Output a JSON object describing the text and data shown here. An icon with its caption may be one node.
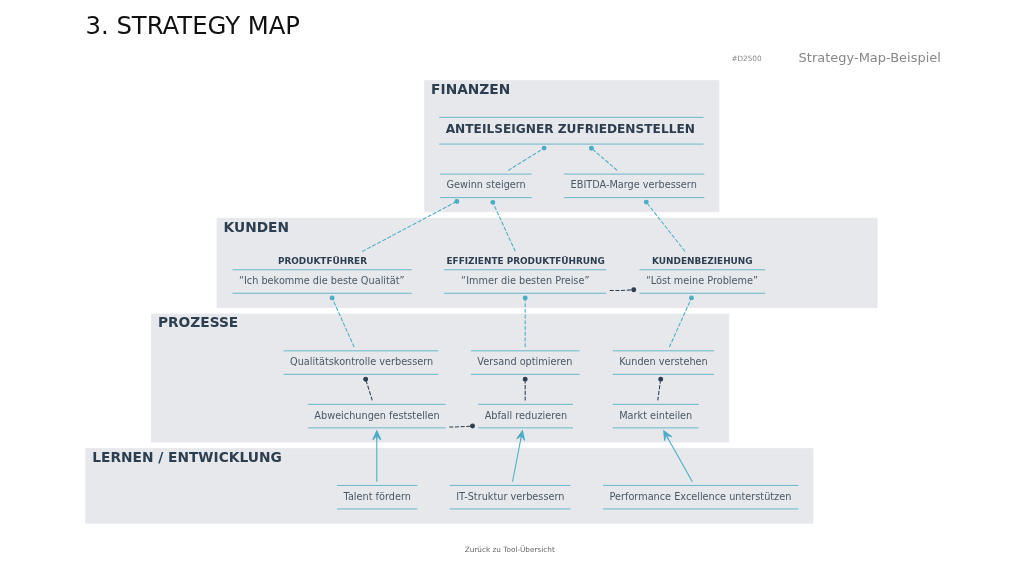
{
  "diagram": {
    "title": "3. STRATEGY MAP",
    "nodes": [
      {
        "text": [
          "FINANZEN"
        ]
      },
      {
        "text": [
          "ANTEILSEIGNER ZUFRIEDENSTELLEN"
        ],
        "in": 0
      },
      {
        "text": [
          "Gewinn steigern"
        ],
        "in": 0
      },
      {
        "text": [
          "EBITDA-Marge verbessern"
        ],
        "in": 0
      },
      {
        "text": [
          "KUNDEN"
        ]
      },
      {
        "text": [
          "PRODUKTFÜHRER",
          "“Ich bekomme die beste Qualität”"
        ],
        "in": 4
      },
      {
        "text": [
          "EFFIZIENTE PRODUKTFÜHRUNG",
          "“Immer die besten Preise”"
        ],
        "in": 4
      },
      {
        "text": [
          "KUNDENBEZIEHUNG",
          "“Löst meine Probleme”"
        ],
        "in": 4
      },
      {
        "text": [
          "PROZESSE"
        ]
      },
      {
        "text": [
          "Qualitätskontrolle verbessern"
        ],
        "in": 8
      },
      {
        "text": [
          "Versand optimieren"
        ],
        "in": 8
      },
      {
        "text": [
          "Kunden verstehen"
        ],
        "in": 8
      },
      {
        "text": [
          "Abweichungen feststellen"
        ],
        "in": 8
      },
      {
        "text": [
          "Abfall reduzieren"
        ],
        "in": 8
      },
      {
        "text": [
          "Markt einteilen"
        ],
        "in": 8
      },
      {
        "text": [
          "LERNEN / ENTWICKLUNG"
        ]
      },
      {
        "text": [
          "Talent fördern"
        ],
        "in": 15
      },
      {
        "text": [
          "IT-Struktur verbessern"
        ],
        "in": 15
      },
      {
        "text": [
          "Performance Excellence unterstützen"
        ],
        "in": 15
      }
    ],
    "edges": [
      {
        "from": 2,
        "to": 1,
        "arrow": "other",
        "style": "dashed"
      },
      {
        "from": 3,
        "to": 1,
        "arrow": "other",
        "style": "dashed"
      },
      {
        "from": 5,
        "to": 2,
        "arrow": "other",
        "style": "dashed"
      },
      {
        "from": 6,
        "to": 2,
        "arrow": "other",
        "style": "dashed"
      },
      {
        "from": 7,
        "to": 3,
        "arrow": "other",
        "style": "dashed"
      },
      {
        "from": 6,
        "to": 7,
        "arrow": "other",
        "style": "dashed",
        "color": "#2d3e50"
      },
      {
        "from": 9,
        "to": 5,
        "arrow": "other",
        "style": "dashed"
      },
      {
        "from": 10,
        "to": 6,
        "arrow": "other",
        "style": "dashed"
      },
      {
        "from": 11,
        "to": 7,
        "arrow": "other",
        "style": "dashed"
      },
      {
        "from": 12,
        "to": 9,
        "arrow": "other",
        "style": "dashed",
        "color": "#2d3e50"
      },
      {
        "from": 12,
        "to": 13,
        "arrow": "other",
        "style": "dashed",
        "color": "#2d3e50"
      },
      {
        "from": 13,
        "to": 10,
        "arrow": "other",
        "style": "dashed",
        "color": "#2d3e50"
      },
      {
        "from": 14,
        "to": 11,
        "arrow": "other",
        "style": "dashed",
        "color": "#2d3e50"
      },
      {
        "from": 16,
        "to": 12,
        "arrow": "to"
      },
      {
        "from": 17,
        "to": 13,
        "arrow": "to"
      },
      {
        "from": 18,
        "to": 14,
        "arrow": "to"
      }
    ],
    "labels": [
      "#D2500",
      "Strategy-Map-Beispiel",
      "Zurück zu Tool-Übersicht"
    ]
  }
}
